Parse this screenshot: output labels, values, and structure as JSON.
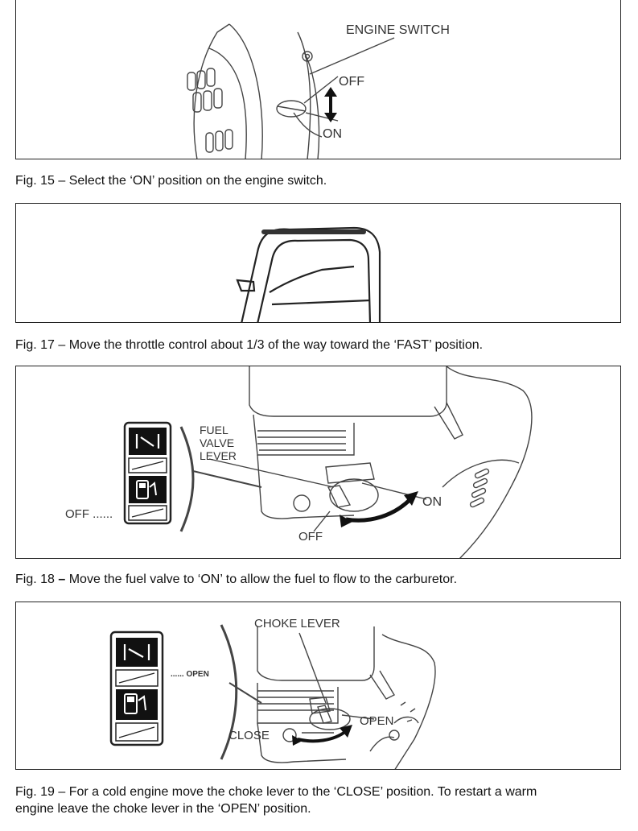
{
  "fig15": {
    "labels": {
      "engine_switch": "ENGINE SWITCH",
      "off": "OFF",
      "on": "ON"
    },
    "caption_num": "Fig. 15 –",
    "caption_text": " Select the ‘ON’ position on the engine switch."
  },
  "fig17": {
    "caption_num": "Fig. 17 –",
    "caption_text": " Move the throttle control about 1/3 of the way toward the ‘FAST’ position."
  },
  "fig18": {
    "labels": {
      "fuel_l1": "FUEL",
      "fuel_l2": "VALVE",
      "fuel_l3": "LEVER",
      "off_left": "OFF ......",
      "on": "ON",
      "off_bottom": "OFF"
    },
    "caption_num": "Fig. 18",
    "caption_dash": " –",
    "caption_text": " Move the fuel valve to ‘ON’ to allow the fuel to flow to the carburetor."
  },
  "fig19": {
    "labels": {
      "choke_lever": "CHOKE LEVER",
      "open_dots": "...... OPEN",
      "open": "OPEN",
      "close": "CLOSE"
    },
    "caption_line1": "Fig. 19 – For a cold engine move the choke lever to the ‘CLOSE’ position. To restart a warm",
    "caption_line2": "engine leave the choke lever in the ‘OPEN’ position."
  }
}
